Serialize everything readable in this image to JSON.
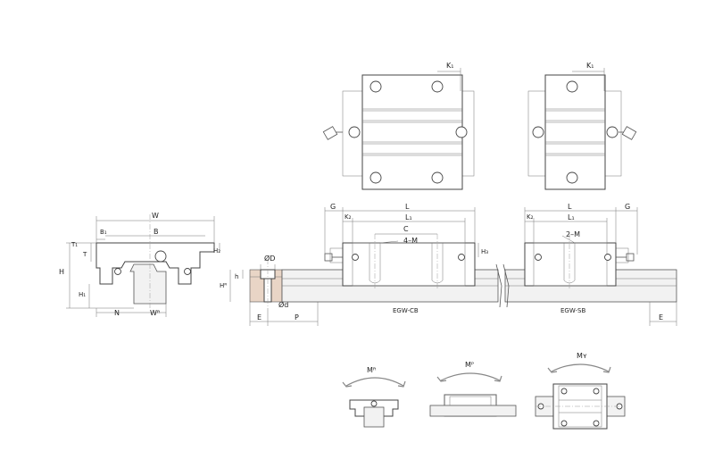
{
  "views": {
    "top_cb": {
      "k1": "K₁"
    },
    "top_sb": {
      "k1": "K₁"
    },
    "end_view": {
      "W": "W",
      "B": "B",
      "B1": "B₁",
      "T": "T",
      "T1": "T₁",
      "H": "H",
      "H1": "H₁",
      "H2": "H₂",
      "N": "N",
      "WR": "Wᴿ"
    },
    "rail_section": {
      "D": "ØD",
      "d": "Ød",
      "h": "h",
      "HR": "Hᴿ",
      "E": "E",
      "P": "P"
    },
    "side_cb": {
      "G": "G",
      "K2": "K₂",
      "L": "L",
      "L1": "L₁",
      "C": "C",
      "M": "4–M",
      "H3": "H₃",
      "caption": "EGW-CB"
    },
    "side_sb": {
      "G": "G",
      "K2": "K₂",
      "L": "L",
      "L1": "L₁",
      "M": "2–M",
      "caption": "EGW-SB",
      "E": "E"
    },
    "moments": {
      "MR": "Mᴿ",
      "MP": "Mᴾ",
      "MY": "Mʏ"
    }
  },
  "colors": {
    "line": "#555555",
    "rail_fill": "#f2f2f2",
    "hatch": "#e9d5c6",
    "arrow": "#888888"
  }
}
